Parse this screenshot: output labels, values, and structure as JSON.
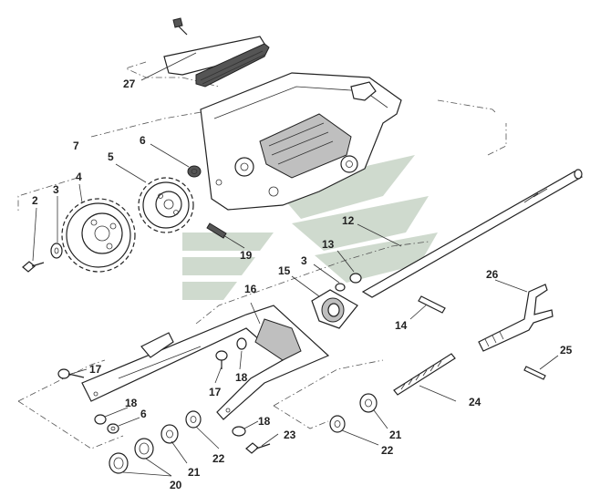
{
  "labels": {
    "l27": "27",
    "l7": "7",
    "l6a": "6",
    "l5": "5",
    "l4": "4",
    "l3a": "3",
    "l2": "2",
    "l19": "19",
    "l12": "12",
    "l13": "13",
    "l3b": "3",
    "l15": "15",
    "l16": "16",
    "l14": "14",
    "l26": "26",
    "l25": "25",
    "l17a": "17",
    "l18a": "18",
    "l17b": "17",
    "l18b": "18",
    "l6b": "6",
    "l18c": "18",
    "l23": "23",
    "l24": "24",
    "l21b": "21",
    "l22b": "22",
    "l22a": "22",
    "l21a": "21",
    "l20": "20"
  }
}
